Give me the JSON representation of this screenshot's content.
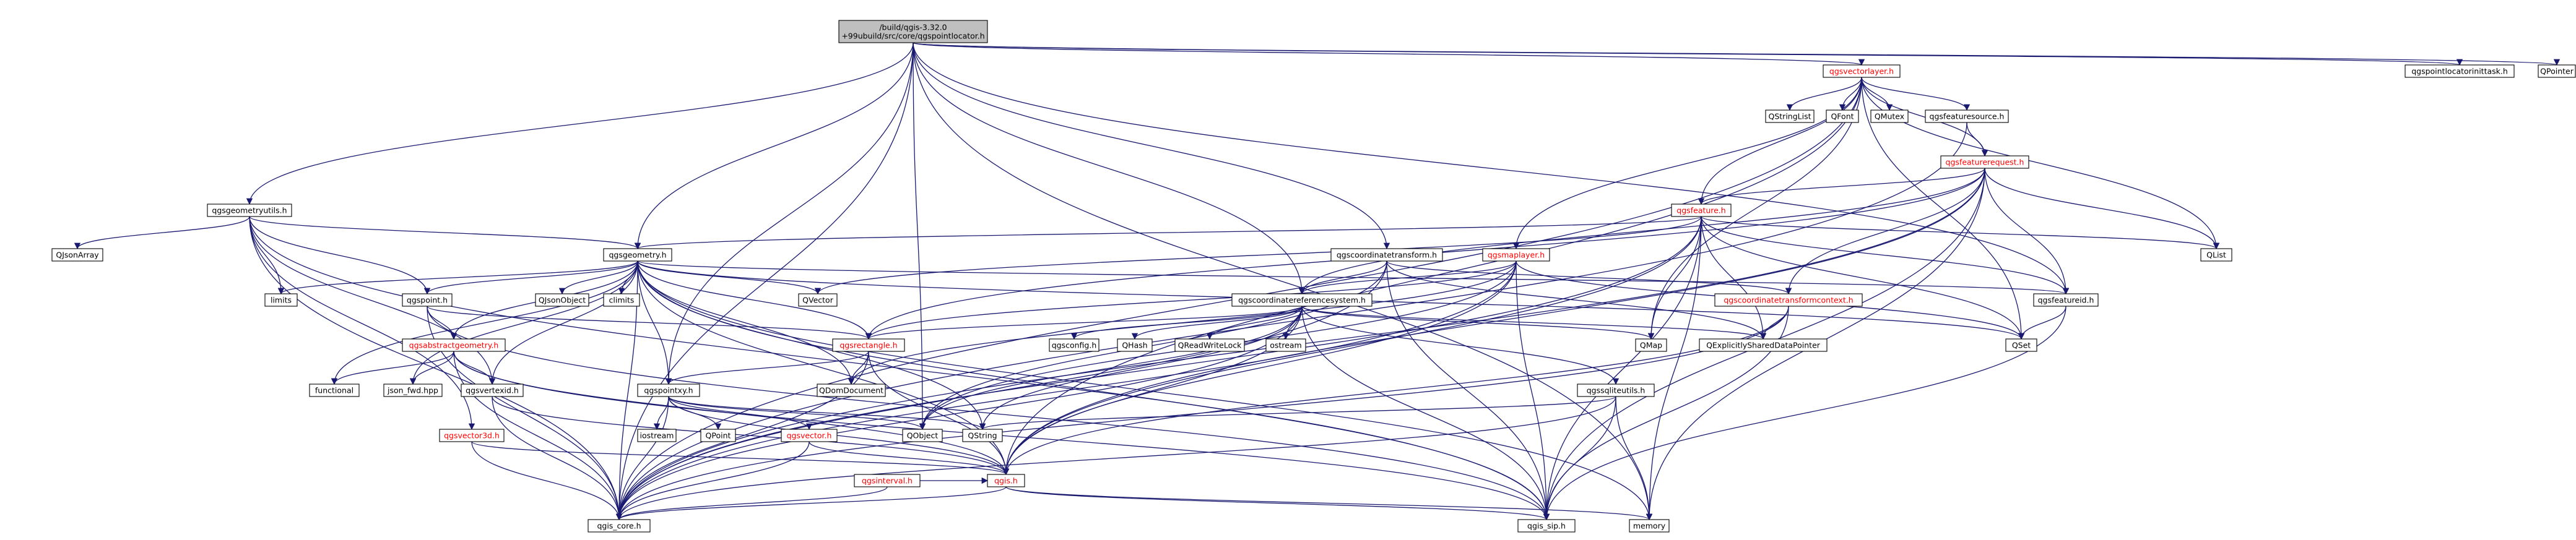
{
  "colors": {
    "background": "#ffffff",
    "edge": "#191970",
    "root_fill": "#bfbfbf",
    "node_fill": "#ffffff",
    "node_text": "#000000",
    "incomplete_text": "#ff0000",
    "node_border": "#000000"
  },
  "nodes": [
    {
      "id": "root",
      "lines": [
        "/build/qgis-3.32.0",
        "+99ubuild/src/core/qgspointlocator.h"
      ],
      "root": true
    },
    {
      "id": "qgsvectorlayer",
      "lines": [
        "qgsvectorlayer.h"
      ],
      "red": true
    },
    {
      "id": "qgspointlocatorinittask",
      "lines": [
        "qgspointlocatorinittask.h"
      ]
    },
    {
      "id": "qpointer",
      "lines": [
        "QPointer"
      ],
      "plain": true
    },
    {
      "id": "qstringlist",
      "lines": [
        "QStringList"
      ],
      "plain": true
    },
    {
      "id": "qfont",
      "lines": [
        "QFont"
      ],
      "plain": true
    },
    {
      "id": "qmutex",
      "lines": [
        "QMutex"
      ],
      "plain": true
    },
    {
      "id": "qgsfeaturesource",
      "lines": [
        "qgsfeaturesource.h"
      ]
    },
    {
      "id": "qgsfeaturerequest",
      "lines": [
        "qgsfeaturerequest.h"
      ],
      "red": true
    },
    {
      "id": "qgsgeometryutils",
      "lines": [
        "qgsgeometryutils.h"
      ]
    },
    {
      "id": "qjsonarray",
      "lines": [
        "QJsonArray"
      ],
      "plain": true
    },
    {
      "id": "qgsfeature",
      "lines": [
        "qgsfeature.h"
      ],
      "red": true
    },
    {
      "id": "qlist",
      "lines": [
        "QList"
      ],
      "plain": true
    },
    {
      "id": "qgsgeometry",
      "lines": [
        "qgsgeometry.h"
      ]
    },
    {
      "id": "qgscoordinatetransform",
      "lines": [
        "qgscoordinatetransform.h"
      ]
    },
    {
      "id": "qgsmaplayer",
      "lines": [
        "qgsmaplayer.h"
      ],
      "red": true
    },
    {
      "id": "limits",
      "lines": [
        "limits"
      ],
      "plain": true
    },
    {
      "id": "qgspoint",
      "lines": [
        "qgspoint.h"
      ]
    },
    {
      "id": "qjsonobject",
      "lines": [
        "QJsonObject"
      ],
      "plain": true
    },
    {
      "id": "climits",
      "lines": [
        "climits"
      ],
      "plain": true
    },
    {
      "id": "qvector",
      "lines": [
        "QVector"
      ],
      "plain": true
    },
    {
      "id": "qgscrs",
      "lines": [
        "qgscoordinatereferencesystem.h"
      ]
    },
    {
      "id": "qgsctc",
      "lines": [
        "qgscoordinatetransformcontext.h"
      ],
      "red": true
    },
    {
      "id": "qgsfeatureid",
      "lines": [
        "qgsfeatureid.h"
      ]
    },
    {
      "id": "qset",
      "lines": [
        "QSet"
      ],
      "plain": true
    },
    {
      "id": "qgsabstractgeometry",
      "lines": [
        "qgsabstractgeometry.h"
      ],
      "red": true
    },
    {
      "id": "qgsrectangle",
      "lines": [
        "qgsrectangle.h"
      ],
      "red": true
    },
    {
      "id": "qgsconfig",
      "lines": [
        "qgsconfig.h"
      ],
      "plain": true
    },
    {
      "id": "qhash",
      "lines": [
        "QHash"
      ],
      "plain": true
    },
    {
      "id": "qreadwritelock",
      "lines": [
        "QReadWriteLock"
      ],
      "plain": true
    },
    {
      "id": "ostream",
      "lines": [
        "ostream"
      ],
      "plain": true
    },
    {
      "id": "qmap",
      "lines": [
        "QMap"
      ],
      "plain": true
    },
    {
      "id": "qexplicitly",
      "lines": [
        "QExplicitlySharedDataPointer"
      ],
      "plain": true
    },
    {
      "id": "functional",
      "lines": [
        "functional"
      ],
      "plain": true
    },
    {
      "id": "jsonfwd",
      "lines": [
        "json_fwd.hpp"
      ],
      "plain": true
    },
    {
      "id": "qgsvertexid",
      "lines": [
        "qgsvertexid.h"
      ]
    },
    {
      "id": "qgspointxy",
      "lines": [
        "qgspointxy.h"
      ]
    },
    {
      "id": "qdomdocument",
      "lines": [
        "QDomDocument"
      ],
      "plain": true
    },
    {
      "id": "qgssqliteutils",
      "lines": [
        "qgssqliteutils.h"
      ]
    },
    {
      "id": "qgsvector3d",
      "lines": [
        "qgsvector3d.h"
      ],
      "red": true
    },
    {
      "id": "iostream",
      "lines": [
        "iostream"
      ],
      "plain": true
    },
    {
      "id": "qpoint",
      "lines": [
        "QPoint"
      ],
      "plain": true
    },
    {
      "id": "qgsvector",
      "lines": [
        "qgsvector.h"
      ],
      "red": true
    },
    {
      "id": "qobject",
      "lines": [
        "QObject"
      ],
      "plain": true
    },
    {
      "id": "qstring",
      "lines": [
        "QString"
      ],
      "plain": true
    },
    {
      "id": "qgsinterval",
      "lines": [
        "qgsinterval.h"
      ],
      "red": true
    },
    {
      "id": "qgis",
      "lines": [
        "qgis.h"
      ],
      "red": true
    },
    {
      "id": "qgiscore",
      "lines": [
        "qgis_core.h"
      ]
    },
    {
      "id": "qgissip",
      "lines": [
        "qgis_sip.h"
      ]
    },
    {
      "id": "memory",
      "lines": [
        "memory"
      ],
      "plain": true
    }
  ],
  "edges": [
    [
      "root",
      "qgsvectorlayer"
    ],
    [
      "root",
      "qgspointlocatorinittask"
    ],
    [
      "root",
      "qpointer"
    ],
    [
      "root",
      "qgsgeometryutils"
    ],
    [
      "root",
      "qgsgeometry"
    ],
    [
      "root",
      "qgscoordinatetransform"
    ],
    [
      "root",
      "qgscrs"
    ],
    [
      "root",
      "qgspointxy"
    ],
    [
      "root",
      "qgsfeatureid"
    ],
    [
      "root",
      "qgiscore"
    ],
    [
      "root",
      "memory"
    ],
    [
      "root",
      "qobject"
    ],
    [
      "qgsvectorlayer",
      "qstringlist"
    ],
    [
      "qgsvectorlayer",
      "qfont"
    ],
    [
      "qgsvectorlayer",
      "qmutex"
    ],
    [
      "qgsvectorlayer",
      "qgsfeaturesource"
    ],
    [
      "qgsvectorlayer",
      "qgsfeaturerequest"
    ],
    [
      "qgsvectorlayer",
      "qgsfeature"
    ],
    [
      "qgsvectorlayer",
      "qgsmaplayer"
    ],
    [
      "qgsvectorlayer",
      "qlist"
    ],
    [
      "qgsvectorlayer",
      "qset"
    ],
    [
      "qgsvectorlayer",
      "qmap"
    ],
    [
      "qgsvectorlayer",
      "qgis"
    ],
    [
      "qgsvectorlayer",
      "qgiscore"
    ],
    [
      "qgsfeaturesource",
      "qgsfeaturerequest"
    ],
    [
      "qgsfeaturesource",
      "qgiscore"
    ],
    [
      "qgsfeaturerequest",
      "qgsfeature"
    ],
    [
      "qgsfeaturerequest",
      "qlist"
    ],
    [
      "qgsfeaturerequest",
      "qgsrectangle"
    ],
    [
      "qgsfeaturerequest",
      "qgscrs"
    ],
    [
      "qgsfeaturerequest",
      "qgsctc"
    ],
    [
      "qgsfeaturerequest",
      "qgis"
    ],
    [
      "qgsfeaturerequest",
      "qgiscore"
    ],
    [
      "qgsfeaturerequest",
      "qgissip"
    ],
    [
      "qgsfeaturerequest",
      "memory"
    ],
    [
      "qgsfeaturerequest",
      "qgsfeatureid"
    ],
    [
      "qgsgeometryutils",
      "qjsonarray"
    ],
    [
      "qgsgeometryutils",
      "limits"
    ],
    [
      "qgsgeometryutils",
      "qgsgeometry"
    ],
    [
      "qgsgeometryutils",
      "qgspoint"
    ],
    [
      "qgsgeometryutils",
      "qgsvector3d"
    ],
    [
      "qgsgeometryutils",
      "qgsvertexid"
    ],
    [
      "qgsgeometryutils",
      "qgiscore"
    ],
    [
      "qgsgeometryutils",
      "qgissip"
    ],
    [
      "qgsfeature",
      "qgsgeometry"
    ],
    [
      "qgsfeature",
      "qlist"
    ],
    [
      "qgsfeature",
      "qvector"
    ],
    [
      "qgsfeature",
      "qset"
    ],
    [
      "qgsfeature",
      "qmap"
    ],
    [
      "qgsfeature",
      "qexplicitly"
    ],
    [
      "qgsfeature",
      "qgsfeatureid"
    ],
    [
      "qgsfeature",
      "qgiscore"
    ],
    [
      "qgsfeature",
      "qgissip"
    ],
    [
      "qgsfeature",
      "qgis"
    ],
    [
      "qgsfeature",
      "memory"
    ],
    [
      "qgsgeometry",
      "limits"
    ],
    [
      "qgsgeometry",
      "qgspoint"
    ],
    [
      "qgsgeometry",
      "qjsonobject"
    ],
    [
      "qgsgeometry",
      "climits"
    ],
    [
      "qgsgeometry",
      "qvector"
    ],
    [
      "qgsgeometry",
      "functional"
    ],
    [
      "qgsgeometry",
      "jsonfwd"
    ],
    [
      "qgsgeometry",
      "qgsabstractgeometry"
    ],
    [
      "qgsgeometry",
      "qgsrectangle"
    ],
    [
      "qgsgeometry",
      "qgspointxy"
    ],
    [
      "qgsgeometry",
      "qgsfeatureid"
    ],
    [
      "qgsgeometry",
      "qgsvertexid"
    ],
    [
      "qgsgeometry",
      "qdomdocument"
    ],
    [
      "qgsgeometry",
      "qgiscore"
    ],
    [
      "qgsgeometry",
      "qgissip"
    ],
    [
      "qgsgeometry",
      "qgis"
    ],
    [
      "qgsgeometry",
      "qset"
    ],
    [
      "qgsgeometry",
      "memory"
    ],
    [
      "qgsgeometry",
      "qstring"
    ],
    [
      "qgscoordinatetransform",
      "qgscrs"
    ],
    [
      "qgscoordinatetransform",
      "qgsctc"
    ],
    [
      "qgscoordinatetransform",
      "qgiscore"
    ],
    [
      "qgscoordinatetransform",
      "qgissip"
    ],
    [
      "qgscoordinatetransform",
      "qobject"
    ],
    [
      "qgscoordinatetransform",
      "qexplicitly"
    ],
    [
      "qgsmaplayer",
      "qgscrs"
    ],
    [
      "qgsmaplayer",
      "qgsrectangle"
    ],
    [
      "qgsmaplayer",
      "qobject"
    ],
    [
      "qgsmaplayer",
      "qgis"
    ],
    [
      "qgsmaplayer",
      "qgiscore"
    ],
    [
      "qgsmaplayer",
      "qgissip"
    ],
    [
      "qgsmaplayer",
      "qset"
    ],
    [
      "qgsmaplayer",
      "qdomdocument"
    ],
    [
      "qgspoint",
      "qgsabstractgeometry"
    ],
    [
      "qgspoint",
      "qgsrectangle"
    ],
    [
      "qgspoint",
      "qgiscore"
    ],
    [
      "qgspoint",
      "qgissip"
    ],
    [
      "qgscrs",
      "qgsconfig"
    ],
    [
      "qgscrs",
      "qhash"
    ],
    [
      "qgscrs",
      "qreadwritelock"
    ],
    [
      "qgscrs",
      "ostream"
    ],
    [
      "qgscrs",
      "qmap"
    ],
    [
      "qgscrs",
      "qexplicitly"
    ],
    [
      "qgscrs",
      "qgssqliteutils"
    ],
    [
      "qgscrs",
      "qgsrectangle"
    ],
    [
      "qgscrs",
      "qgis"
    ],
    [
      "qgscrs",
      "qgiscore"
    ],
    [
      "qgscrs",
      "qgissip"
    ],
    [
      "qgscrs",
      "qstring"
    ],
    [
      "qgscrs",
      "qobject"
    ],
    [
      "qgsctc",
      "qexplicitly"
    ],
    [
      "qgsctc",
      "qgis"
    ],
    [
      "qgsctc",
      "qgissip"
    ],
    [
      "qgsctc",
      "qgiscore"
    ],
    [
      "qgsfeatureid",
      "qset"
    ],
    [
      "qgsfeatureid",
      "qgissip"
    ],
    [
      "qgsabstractgeometry",
      "functional"
    ],
    [
      "qgsabstractgeometry",
      "jsonfwd"
    ],
    [
      "qgsabstractgeometry",
      "qgsvertexid"
    ],
    [
      "qgsabstractgeometry",
      "qgis"
    ],
    [
      "qgsabstractgeometry",
      "qgiscore"
    ],
    [
      "qgsabstractgeometry",
      "qgissip"
    ],
    [
      "qgsrectangle",
      "qgspointxy"
    ],
    [
      "qgsrectangle",
      "qdomdocument"
    ],
    [
      "qgsrectangle",
      "qgis"
    ],
    [
      "qgsrectangle",
      "qgiscore"
    ],
    [
      "qgsvertexid",
      "qgis"
    ],
    [
      "qgsvertexid",
      "qgiscore"
    ],
    [
      "qgspointxy",
      "iostream"
    ],
    [
      "qgspointxy",
      "qpoint"
    ],
    [
      "qgspointxy",
      "qgsvector"
    ],
    [
      "qgspointxy",
      "qobject"
    ],
    [
      "qgspointxy",
      "qstring"
    ],
    [
      "qgspointxy",
      "qgis"
    ],
    [
      "qgspointxy",
      "qgiscore"
    ],
    [
      "qgssqliteutils",
      "qstring"
    ],
    [
      "qgssqliteutils",
      "qgiscore"
    ],
    [
      "qgssqliteutils",
      "qgissip"
    ],
    [
      "qgssqliteutils",
      "memory"
    ],
    [
      "qgsvector3d",
      "qgiscore"
    ],
    [
      "qgsvector3d",
      "qgis"
    ],
    [
      "qgsvector",
      "qgis"
    ],
    [
      "qgsvector",
      "qgiscore"
    ],
    [
      "qgsinterval",
      "qgiscore"
    ],
    [
      "qgsinterval",
      "qgis"
    ],
    [
      "qgis",
      "qgiscore"
    ],
    [
      "qgis",
      "qgissip"
    ],
    [
      "qgis",
      "memory"
    ]
  ]
}
